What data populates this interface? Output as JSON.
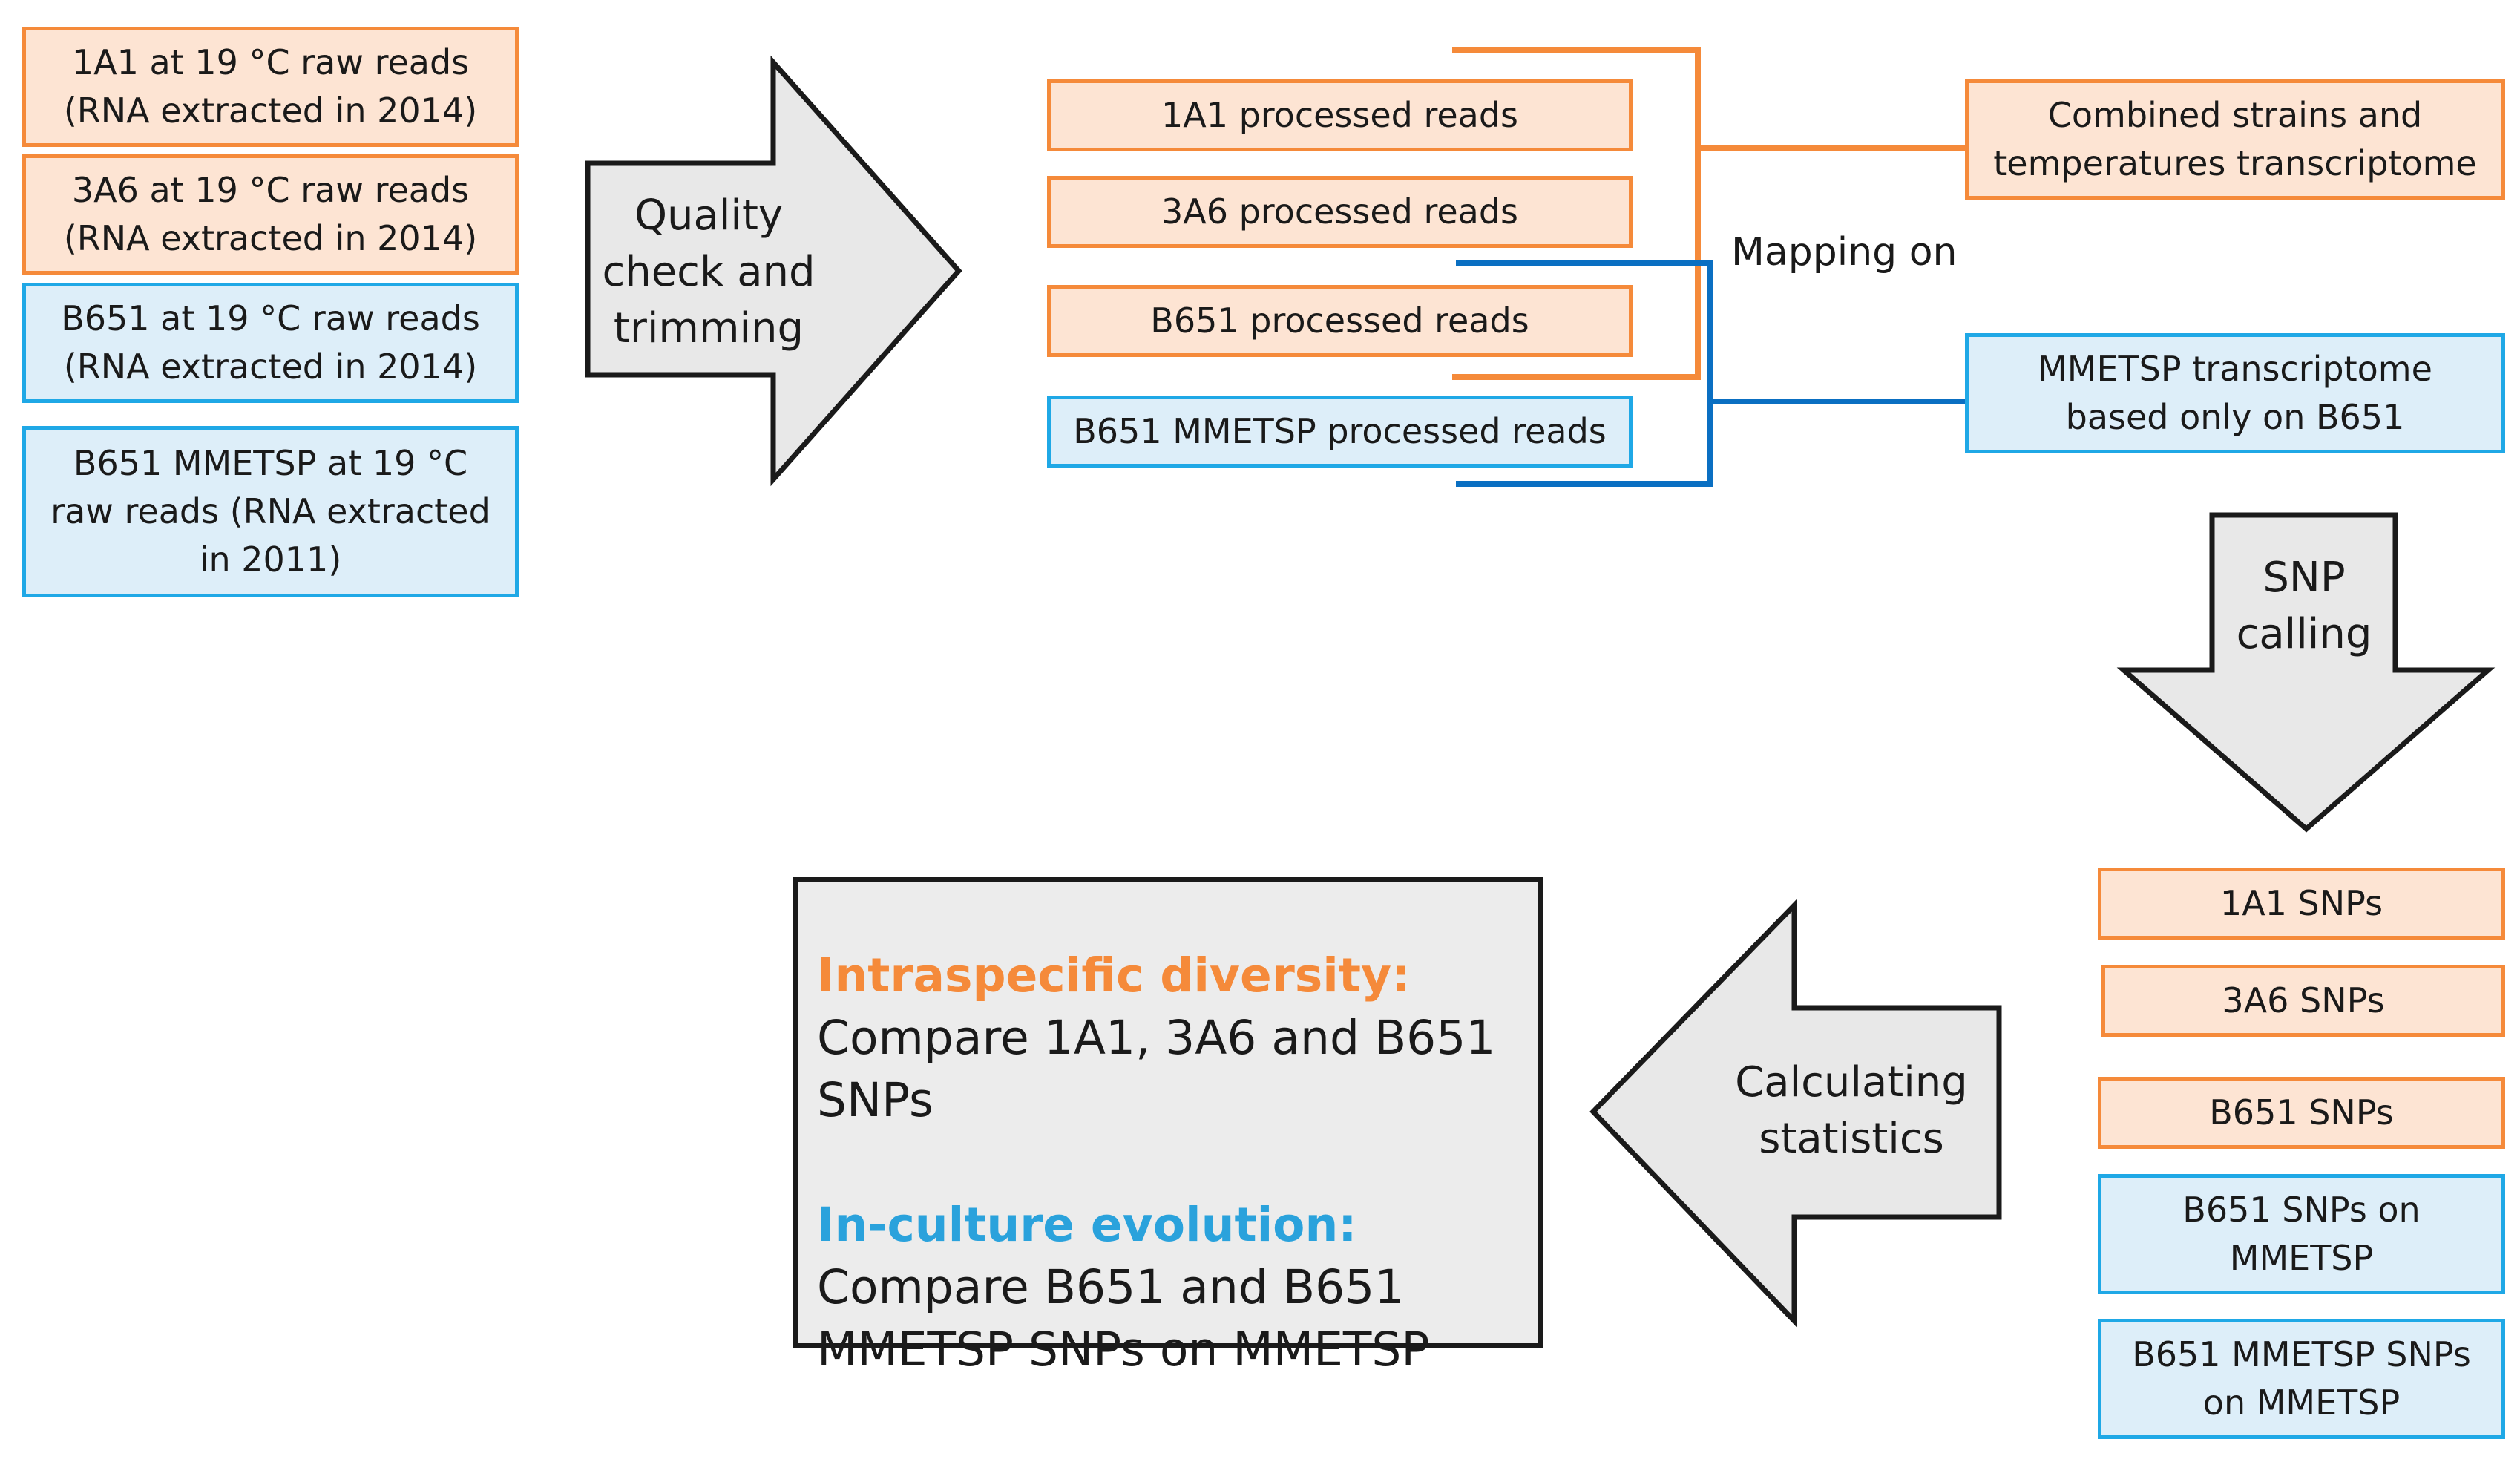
{
  "raw_reads": [
    {
      "text": "1A1 at 19 °C raw reads\n(RNA extracted in 2014)",
      "color": "orange"
    },
    {
      "text": "3A6  at 19 °C raw reads\n(RNA extracted in 2014)",
      "color": "orange"
    },
    {
      "text": "B651 at 19 °C raw reads\n(RNA extracted in 2014)",
      "color": "blue"
    },
    {
      "text": "B651 MMETSP  at 19 °C\nraw reads (RNA extracted\nin 2011)",
      "color": "blue"
    }
  ],
  "steps": {
    "quality": "Quality\ncheck and\ntrimming",
    "mapping": "Mapping on",
    "snp_calling": "SNP\ncalling",
    "statistics": "Calculating\nstatistics"
  },
  "processed_reads": [
    {
      "text": "1A1 processed reads",
      "color": "orange"
    },
    {
      "text": "3A6 processed reads",
      "color": "orange"
    },
    {
      "text": "B651 processed reads",
      "color": "orange"
    },
    {
      "text": "B651 MMETSP processed reads",
      "color": "blue"
    }
  ],
  "transcriptomes": [
    {
      "text": "Combined strains and\ntemperatures transcriptome",
      "color": "orange"
    },
    {
      "text": "MMETSP transcriptome\nbased only on B651",
      "color": "blue"
    }
  ],
  "snps": [
    {
      "text": "1A1 SNPs",
      "color": "orange"
    },
    {
      "text": "3A6 SNPs",
      "color": "orange"
    },
    {
      "text": "B651 SNPs",
      "color": "orange"
    },
    {
      "text": "B651 SNPs on\nMMETSP",
      "color": "blue"
    },
    {
      "text": "B651 MMETSP SNPs\non MMETSP",
      "color": "blue"
    }
  ],
  "summary": {
    "intraspecific_title": "Intraspecific diversity:",
    "intraspecific_text": " Compare 1A1, 3A6 and B651 SNPs",
    "inculture_title": "In-culture evolution:",
    "inculture_text": " Compare B651 and B651 MMETSP SNPs on MMETSP"
  },
  "colors": {
    "orange_border": "#f58a3a",
    "orange_fill": "#fde4d3",
    "blue_border": "#1fa8e6",
    "blue_fill": "#ddeef9",
    "arrow_fill": "#e8e8e8"
  }
}
